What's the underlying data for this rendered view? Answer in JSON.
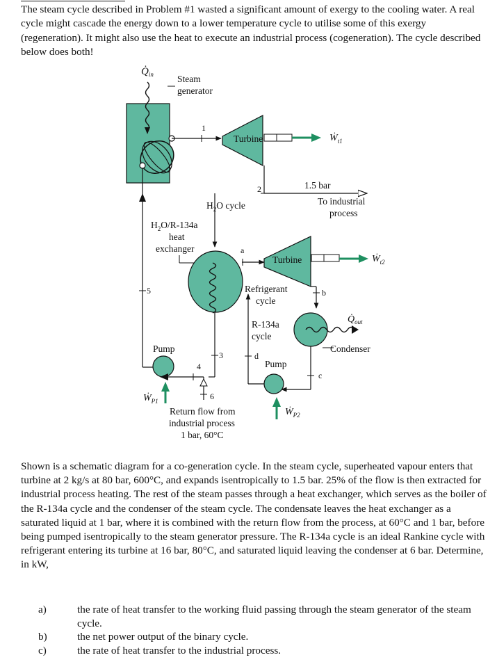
{
  "intro": {
    "text": "The steam cycle described in Problem #1 wasted a significant amount of exergy to the cooling water. A real cycle might cascade the energy down to a lower temperature cycle to utilise some of this exergy (regeneration). It might also use the heat to execute an industrial process (cogeneration). The cycle described below does both!"
  },
  "diagram": {
    "q_in": "Q̇",
    "q_in_sub": "in",
    "steam_generator": [
      "Steam",
      "generator"
    ],
    "turbine_1": "Turbine",
    "w_t1": "Ẇ",
    "w_t1_sub": "t1",
    "state_1": "1",
    "state_2": "2",
    "pressure_1_5": "1.5 bar",
    "to_industrial": [
      "To industrial",
      "process"
    ],
    "h2o_cycle": "H",
    "h2o_cycle_sub": "2",
    "h2o_cycle_rest": "O cycle",
    "hx_label": [
      "H",
      "2",
      "O/R-134a",
      "heat",
      "exchanger"
    ],
    "state_a": "a",
    "turbine_2": "Turbine",
    "w_t2": "Ẇ",
    "w_t2_sub": "t2",
    "state_5": "5",
    "refrigerant_cycle": [
      "Refrigerant",
      "cycle"
    ],
    "state_b": "b",
    "q_out": "Q̇",
    "q_out_sub": "out",
    "r134a_cycle": [
      "R-134a",
      "cycle"
    ],
    "condenser": "Condenser",
    "pump_1": "Pump",
    "state_3": "3",
    "state_d": "d",
    "state_4": "4",
    "pump_2": "Pump",
    "state_c": "c",
    "w_p1": "Ẇ",
    "w_p1_sub": "P1",
    "state_6": "6",
    "return_flow": [
      "Return flow from",
      "industrial process",
      "1 bar, 60°C"
    ],
    "w_p2": "Ẇ",
    "w_p2_sub": "P2",
    "colors": {
      "equipment": "#5fb89f",
      "flow_arrow": "#1e8f60",
      "line": "#111111"
    }
  },
  "problem": {
    "text": "Shown is a schematic diagram for a co-generation cycle. In the steam cycle, superheated vapour enters that turbine at 2 kg/s at 80 bar, 600°C, and expands isentropically to 1.5 bar. 25% of the flow is then extracted for industrial process heating. The rest of the steam passes through a heat exchanger, which serves as the boiler of the R-134a cycle and the condenser of the steam cycle. The condensate leaves the heat exchanger as a saturated liquid at 1 bar, where it is combined with the return flow from the process, at 60°C and 1 bar, before being pumped isentropically to the steam generator pressure. The R-134a cycle is an ideal Rankine cycle with refrigerant entering its turbine at 16 bar, 80°C, and saturated liquid leaving the condenser at 6 bar. Determine, in kW,"
  },
  "questions": [
    {
      "letter": "a)",
      "text": "the rate of heat transfer to the working fluid passing through the steam generator of the steam cycle."
    },
    {
      "letter": "b)",
      "text": "the net power output of the binary cycle."
    },
    {
      "letter": "c)",
      "text": "the rate of heat transfer to the industrial process."
    }
  ]
}
